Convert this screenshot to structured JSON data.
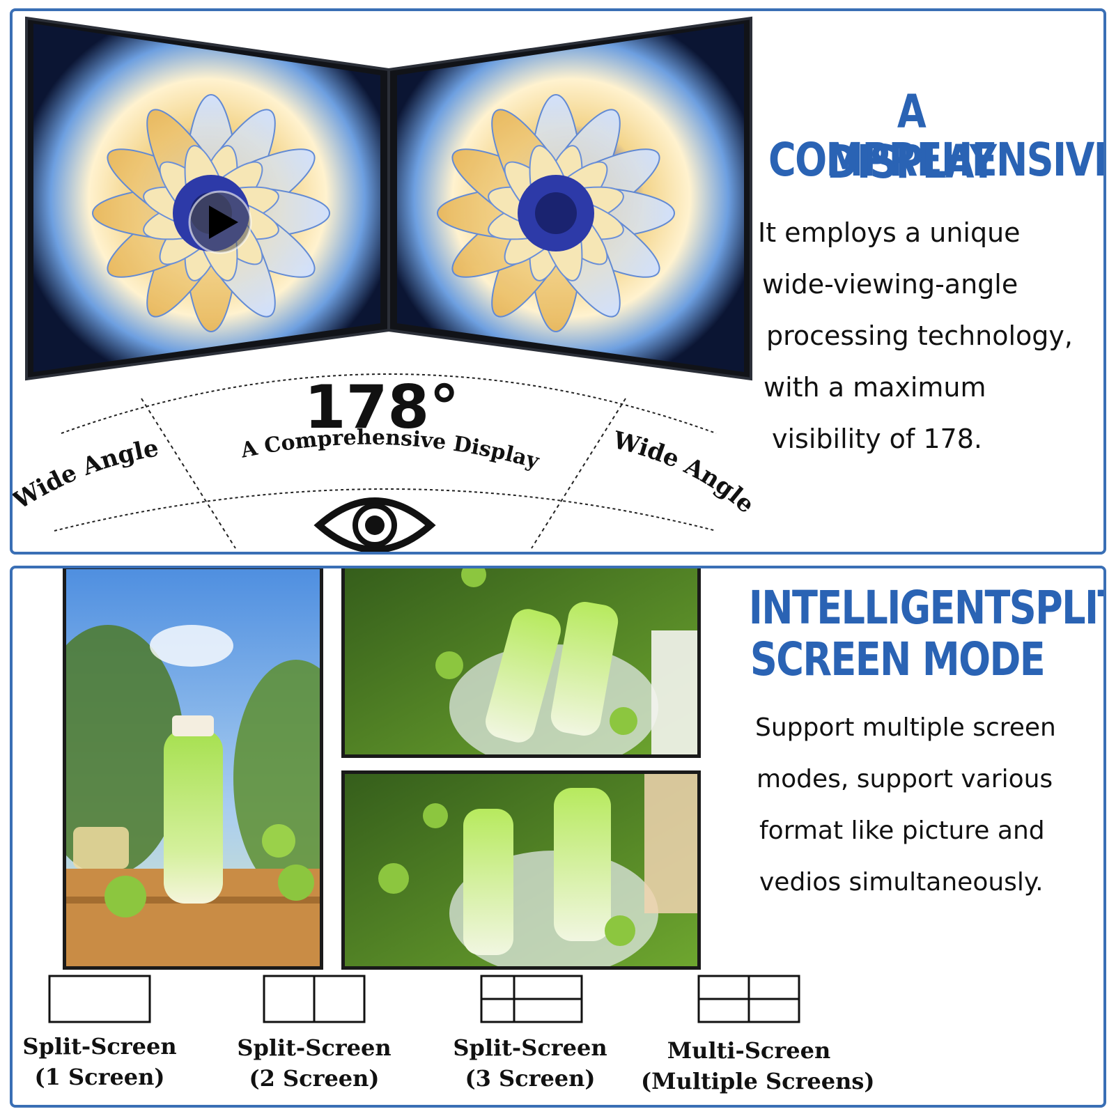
{
  "top": {
    "heading_line1": "A COMPREHENSIVE",
    "heading_line2": "DISPLAY",
    "body_lines": [
      "It employs a unique",
      "wide-viewing-angle",
      "processing technology,",
      "with a maximum",
      "visibility of 178."
    ],
    "angle_value": "178°",
    "arc_center_label": "A Comprehensive Display",
    "arc_left_label": "Wide Angle",
    "arc_right_label": "Wide Angle"
  },
  "bottom": {
    "heading_line1": "INTELLIGENTSPLIT-",
    "heading_line2": "SCREEN MODE",
    "body_lines": [
      "Support multiple screen",
      "modes, support various",
      "format like picture and",
      "vedios simultaneously."
    ],
    "modes": [
      {
        "line1": "Split-Screen",
        "line2": "(1 Screen)"
      },
      {
        "line1": "Split-Screen",
        "line2": "(2 Screen)"
      },
      {
        "line1": "Split-Screen",
        "line2": "(3 Screen)"
      },
      {
        "line1": "Multi-Screen",
        "line2": "(Multiple Screens)"
      }
    ]
  },
  "colors": {
    "accent_blue": "#2a63b4",
    "border_blue": "#3a6fb5"
  },
  "icons": [
    "play-icon",
    "eye-icon"
  ]
}
